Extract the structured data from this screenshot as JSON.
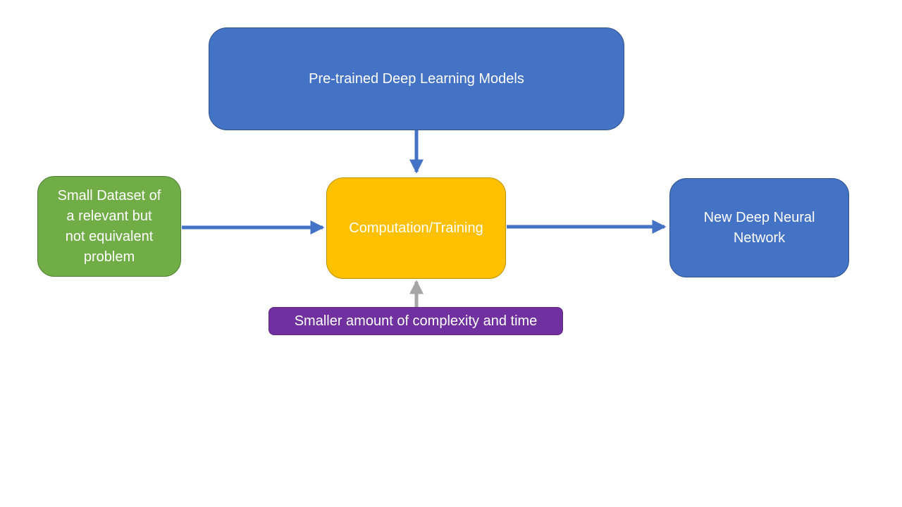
{
  "diagram": {
    "type": "flowchart",
    "background": "#FFFFFF",
    "nodes": {
      "pretrained": {
        "label": "Pre-trained Deep Learning Models",
        "fill": "#4472C4",
        "border": "#2F528F",
        "text_color": "#FFFFFF"
      },
      "small_dataset": {
        "label": "Small Dataset of a relevant but not equivalent problem",
        "lines": [
          "Small Dataset of",
          "a relevant but",
          "not equivalent",
          "problem"
        ],
        "fill": "#70AD47",
        "border": "#507E32",
        "text_color": "#FFFFFF"
      },
      "computation": {
        "label": "Computation/Training",
        "fill": "#FFC000",
        "border": "#BF9000",
        "text_color": "#FFFFFF"
      },
      "new_network": {
        "label": "New Deep Neural Network",
        "lines": [
          "New Deep Neural",
          "Network"
        ],
        "fill": "#4472C4",
        "border": "#2F528F",
        "text_color": "#FFFFFF"
      },
      "complexity": {
        "label": "Smaller amount of complexity and time",
        "fill": "#7030A0",
        "border": "#5F2880",
        "text_color": "#FFFFFF"
      }
    },
    "edges": [
      {
        "name": "pretrained-to-computation",
        "from": "pretrained",
        "to": "computation",
        "direction": "down",
        "color": "#4472C4"
      },
      {
        "name": "small-dataset-to-computation",
        "from": "small_dataset",
        "to": "computation",
        "direction": "right",
        "color": "#4472C4"
      },
      {
        "name": "computation-to-new-network",
        "from": "computation",
        "to": "new_network",
        "direction": "right",
        "color": "#4472C4"
      },
      {
        "name": "complexity-to-computation",
        "from": "complexity",
        "to": "computation",
        "direction": "up",
        "color": "#A6A6A6"
      }
    ],
    "colors": {
      "arrow_blue": "#4472C4",
      "arrow_gray": "#A6A6A6"
    }
  }
}
